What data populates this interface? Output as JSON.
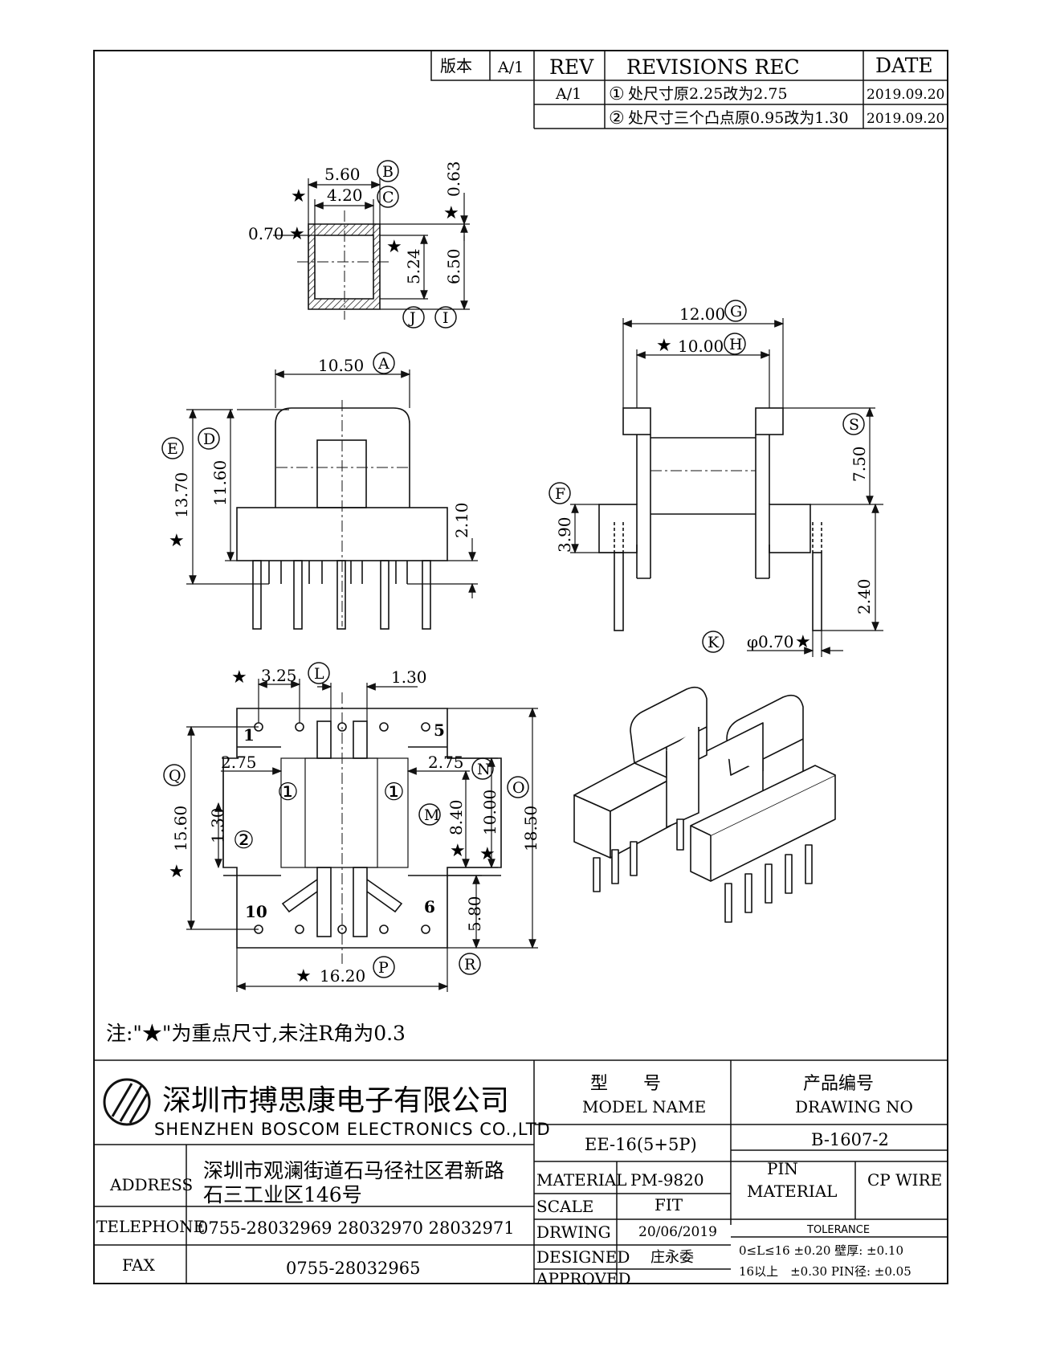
{
  "revision_block": {
    "edition_label": "版本",
    "edition_value": "A/1",
    "headers": {
      "rev": "REV",
      "revisions": "REVISIONS REC",
      "date": "DATE"
    },
    "rows": [
      {
        "rev": "A/1",
        "mark": "①",
        "text": "处尺寸原2.25改为2.75",
        "date": "2019.09.20"
      },
      {
        "rev": "",
        "mark": "②",
        "text": "处尺寸三个凸点原0.95改为1.30",
        "date": "2019.09.20"
      }
    ]
  },
  "dimensions": {
    "d560": "5.60",
    "d420": "4.20",
    "d063": "0.63",
    "d070a": "0.70",
    "d524": "5.24",
    "d650": "6.50",
    "d1050": "10.50",
    "d1370": "13.70",
    "d1160": "11.60",
    "d210": "2.10",
    "d1200": "12.00",
    "d1000": "10.00",
    "d750": "7.50",
    "d390": "3.90",
    "d240": "2.40",
    "d070b": "φ0.70",
    "d325": "3.25",
    "d130a": "1.30",
    "d275a": "2.75",
    "d275b": "2.75",
    "d130b": "1.30",
    "d840": "8.40",
    "d1000b": "10.00",
    "d1850": "18.50",
    "d1560": "15.60",
    "d580": "5.80",
    "d1620": "16.20"
  },
  "callouts": {
    "A": "A",
    "B": "B",
    "C": "C",
    "D": "D",
    "E": "E",
    "F": "F",
    "G": "G",
    "H": "H",
    "I": "I",
    "J": "J",
    "K": "K",
    "L": "L",
    "M": "M",
    "N": "N",
    "O": "O",
    "P": "P",
    "Q": "Q",
    "R": "R",
    "S": "S"
  },
  "pin_labels": {
    "p1": "1",
    "p5": "5",
    "p10": "10",
    "p6": "6"
  },
  "change_marks": {
    "one": "①",
    "two": "②"
  },
  "star": "★",
  "note": "注:\"★\"为重点尺寸,未注R角为0.3",
  "title_block": {
    "company_cn": "深圳市搏思康电子有限公司",
    "company_en": "SHENZHEN BOSCOM ELECTRONICS CO.,LTD",
    "model_cn": "型　　号",
    "model_en": "MODEL NAME",
    "drawing_cn": "产品编号",
    "drawing_en": "DRAWING NO",
    "model_value": "EE-16(5+5P)",
    "drawing_value": "B-1607-2",
    "address_label": "ADDRESS",
    "address_line1": "深圳市观澜街道石马径社区君新路",
    "address_line2": "石三工业区146号",
    "telephone_label": "TELEPHONE",
    "telephone_value": "0755-28032969 28032970 28032971",
    "fax_label": "FAX",
    "fax_value": "0755-28032965",
    "material_label": "MATERIAL",
    "material_value": "PM-9820",
    "pin_material_label1": "PIN",
    "pin_material_label2": "MATERIAL",
    "pin_material_value": "CP WIRE",
    "scale_label": "SCALE",
    "scale_value": "FIT",
    "drwing_label": "DRWING",
    "drwing_value": "20/06/2019",
    "designed_label": "DESIGNED",
    "designed_value": "庄永委",
    "approved_label": "APPROVED",
    "tolerance_label": "TOLERANCE",
    "tol_line1": "0≤L≤16 ±0.20 壁厚: ±0.10",
    "tol_line2": "16以上　±0.30 PIN径: ±0.05"
  }
}
